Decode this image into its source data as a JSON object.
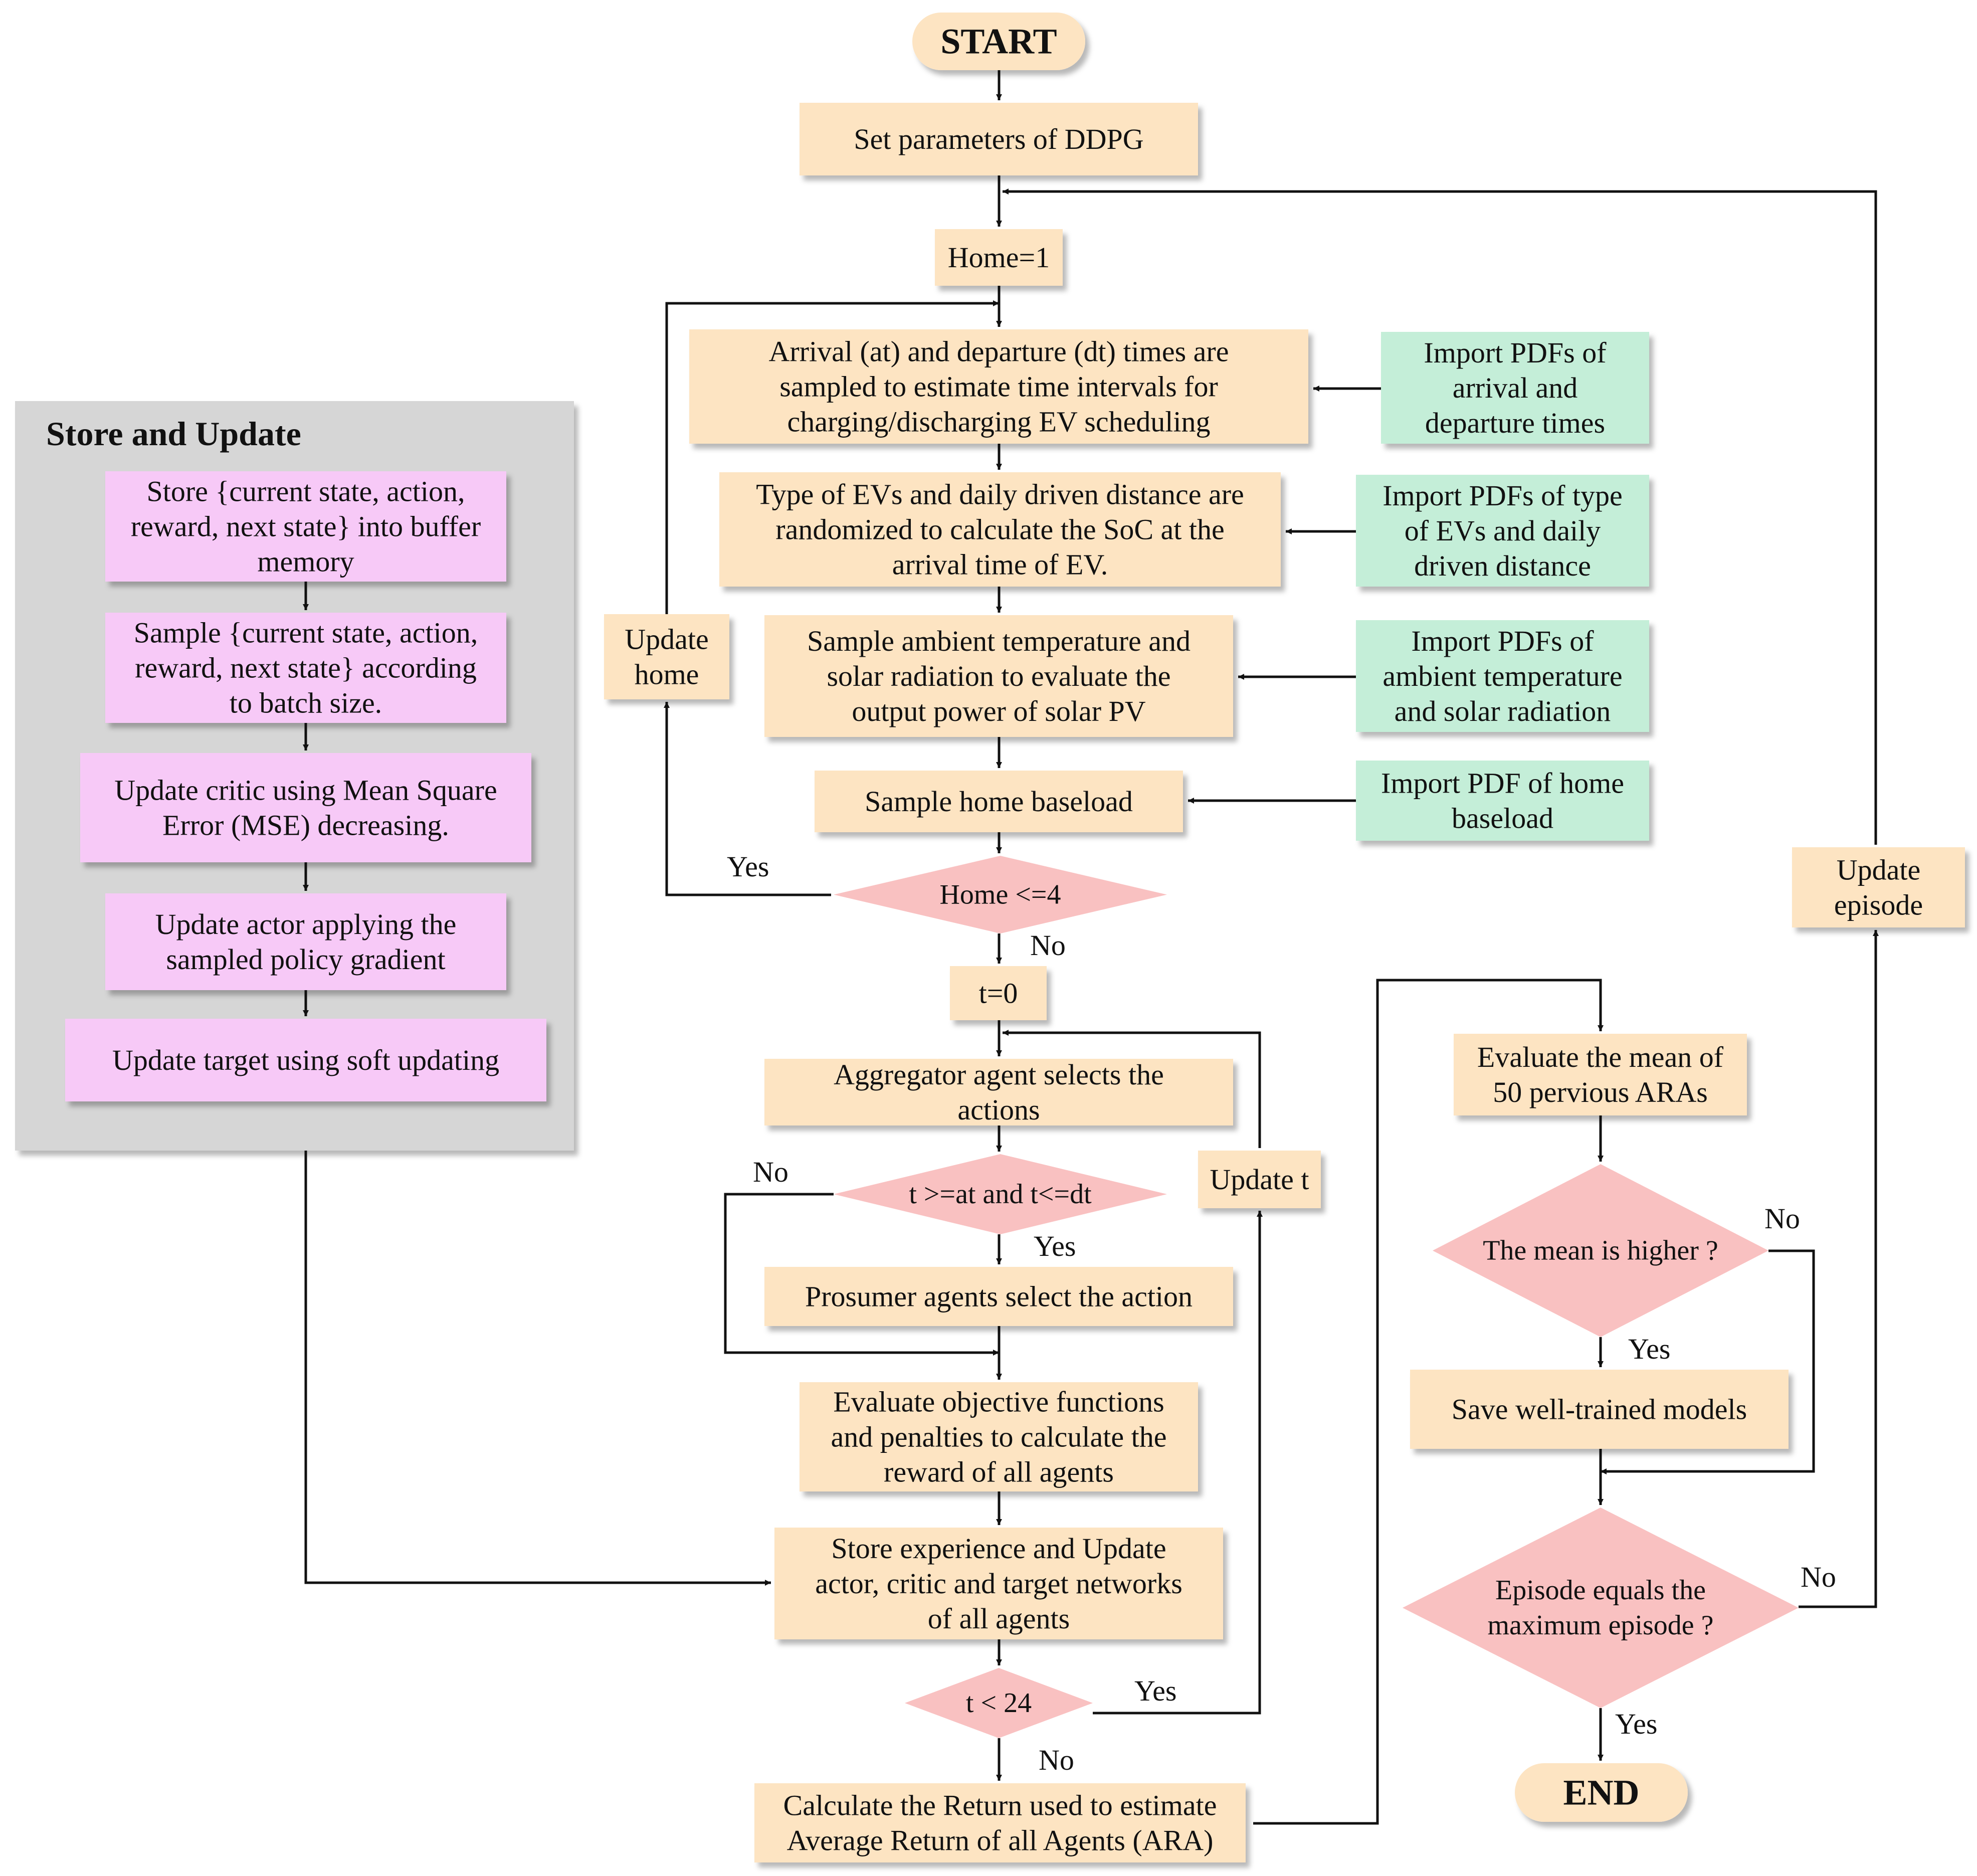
{
  "store_panel": {
    "title": "Store and Update",
    "steps": [
      [
        "Store {current state, action,",
        "reward, next state} into buffer",
        "memory"
      ],
      [
        "Sample {current state, action,",
        "reward, next state} according",
        "to batch size."
      ],
      [
        "Update critic using Mean Square",
        "Error (MSE) decreasing."
      ],
      [
        "Update actor applying the",
        "sampled policy gradient"
      ],
      [
        "Update target using soft updating"
      ]
    ]
  },
  "nodes": {
    "start": [
      "START"
    ],
    "set_params": [
      "Set parameters of DDPG"
    ],
    "home_init": [
      "Home=1"
    ],
    "arrival": [
      "Arrival (at) and departure (dt) times are",
      "sampled to estimate time intervals for",
      "charging/discharging EV scheduling"
    ],
    "ev_type": [
      "Type of EVs and daily driven distance are",
      "randomized to calculate the SoC at the",
      "arrival time of EV."
    ],
    "ambient": [
      "Sample ambient temperature and",
      "solar radiation to evaluate the",
      "output power of solar PV"
    ],
    "baseload": [
      "Sample home baseload"
    ],
    "home_check": [
      "Home <=4"
    ],
    "update_home": [
      "Update",
      "home"
    ],
    "t_init": [
      "t=0"
    ],
    "aggregator": [
      "Aggregator agent selects the",
      "actions"
    ],
    "t_window": [
      "t >=at and t<=dt"
    ],
    "prosumer": [
      "Prosumer agents select the action"
    ],
    "evaluate": [
      "Evaluate objective functions",
      "and penalties to calculate the",
      "reward of all agents"
    ],
    "store_exp": [
      "Store experience and Update",
      "actor, critic and target networks",
      "of all agents"
    ],
    "t_check": [
      "t < 24"
    ],
    "update_t": [
      "Update t"
    ],
    "calc_return": [
      "Calculate the Return used to estimate",
      "Average Return of all Agents (ARA)"
    ],
    "import_arrival": [
      "Import PDFs of",
      "arrival and",
      "departure times"
    ],
    "import_type": [
      "Import PDFs of type",
      "of EVs and daily",
      "driven distance"
    ],
    "import_ambient": [
      "Import PDFs of",
      "ambient temperature",
      "and solar radiation"
    ],
    "import_baseload": [
      "Import PDF of home",
      "baseload"
    ],
    "eval_mean": [
      "Evaluate the mean of",
      "50 pervious ARAs"
    ],
    "mean_check": [
      "The mean is higher ?"
    ],
    "save_models": [
      "Save well-trained models"
    ],
    "episode_check": [
      "Episode equals the",
      "maximum episode ?"
    ],
    "update_episode": [
      "Update",
      "episode"
    ],
    "end": [
      "END"
    ]
  },
  "edge_labels": {
    "home_yes": "Yes",
    "home_no": "No",
    "window_no": "No",
    "window_yes": "Yes",
    "t24_yes": "Yes",
    "t24_no": "No",
    "mean_no": "No",
    "mean_yes": "Yes",
    "episode_no": "No",
    "episode_yes": "Yes"
  },
  "colors": {
    "process_box": "#fde4c2",
    "import_box": "#c4eed8",
    "store_box": "#f7c9f7",
    "decision": "#f9c1c1",
    "panel": "#d6d6d6"
  }
}
